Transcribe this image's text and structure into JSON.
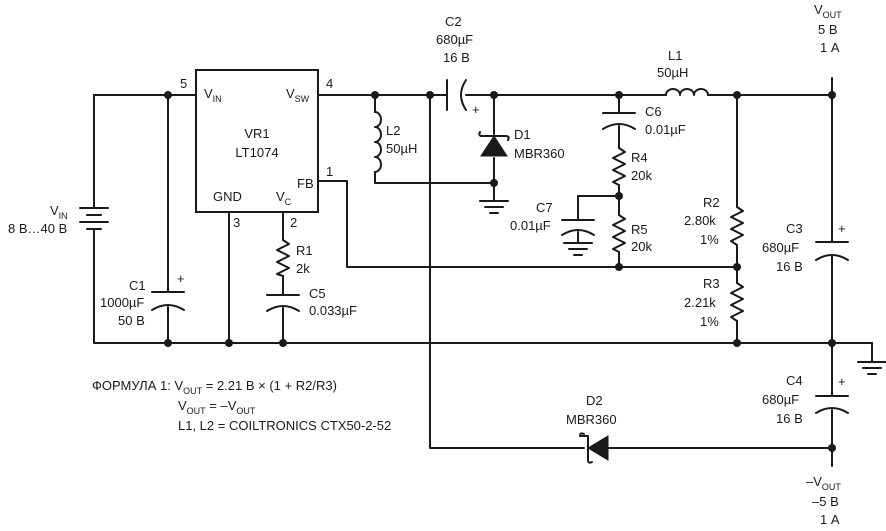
{
  "ic": {
    "ref": "VR1",
    "part": "LT1074",
    "pin_vin": "V",
    "pin_vin_sub": "IN",
    "pin_vsw": "V",
    "pin_vsw_sub": "SW",
    "pin_gnd": "GND",
    "pin_vc": "V",
    "pin_vc_sub": "C",
    "pin_fb": "FB",
    "pin5": "5",
    "pin4": "4",
    "pin3": "3",
    "pin2": "2",
    "pin1": "1"
  },
  "vin": {
    "label": "V",
    "sub": "IN",
    "range": "8 В…40 В"
  },
  "c1": {
    "ref": "C1",
    "value": "1000µF",
    "voltage": "50 В"
  },
  "r1": {
    "ref": "R1",
    "value": "2k"
  },
  "c5": {
    "ref": "C5",
    "value": "0.033µF"
  },
  "l2": {
    "ref": "L2",
    "value": "50µH"
  },
  "c2": {
    "ref": "C2",
    "value": "680µF",
    "voltage": "16 В"
  },
  "d1": {
    "ref": "D1",
    "part": "MBR360"
  },
  "l1": {
    "ref": "L1",
    "value": "50µH"
  },
  "c6": {
    "ref": "C6",
    "value": "0.01µF"
  },
  "r4": {
    "ref": "R4",
    "value": "20k"
  },
  "c7": {
    "ref": "C7",
    "value": "0.01µF"
  },
  "r5": {
    "ref": "R5",
    "value": "20k"
  },
  "r2": {
    "ref": "R2",
    "value": "2.80k",
    "tol": "1%"
  },
  "r3": {
    "ref": "R3",
    "value": "2.21k",
    "tol": "1%"
  },
  "c3": {
    "ref": "C3",
    "value": "680µF",
    "voltage": "16 В"
  },
  "c4": {
    "ref": "C4",
    "value": "680µF",
    "voltage": "16 В"
  },
  "d2": {
    "ref": "D2",
    "part": "MBR360"
  },
  "vout_pos": {
    "label": "V",
    "sub": "OUT",
    "volt": "5 В",
    "amp": "1 А"
  },
  "vout_neg": {
    "label": "–V",
    "sub": "OUT",
    "volt": "–5 В",
    "amp": "1 А"
  },
  "polarity": "+",
  "notes": {
    "line1_prefix": "ФОРМУЛА 1: V",
    "line1_sub": "OUT",
    "line1_rest": " = 2.21 В × (1 + R2/R3)",
    "line2_a": "V",
    "line2_a_sub": "OUT",
    "line2_mid": " = –V",
    "line2_b_sub": "OUT",
    "line3": "L1, L2 = COILTRONICS CTX50-2-52"
  }
}
